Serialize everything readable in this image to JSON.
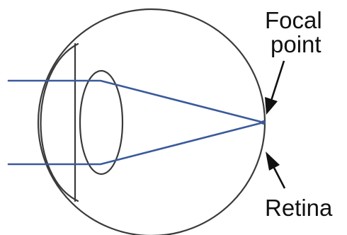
{
  "labels": {
    "focal_point_line1": "Focal",
    "focal_point_line2": "point",
    "retina": "Retina"
  },
  "colors": {
    "ray": "#3a5a9c",
    "outline": "#3a3a3a",
    "text": "#111111"
  }
}
